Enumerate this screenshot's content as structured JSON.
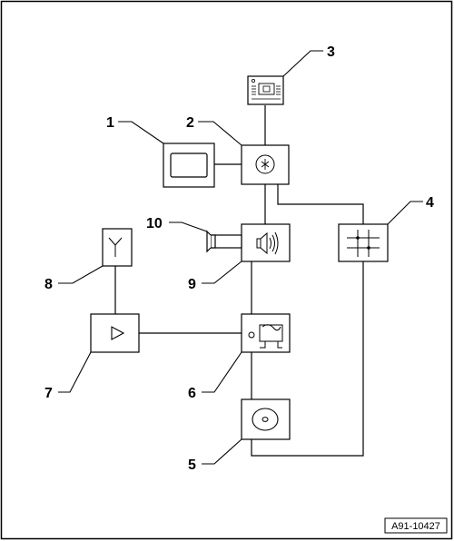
{
  "callouts": {
    "c1": "1",
    "c2": "2",
    "c3": "3",
    "c4": "4",
    "c5": "5",
    "c6": "6",
    "c7": "7",
    "c8": "8",
    "c9": "9",
    "c10": "10"
  },
  "reference_code": "A91-10427",
  "icons": {
    "component_1": "display-screen-icon",
    "component_2": "control-unit-icon",
    "component_3": "operating-panel-icon",
    "component_4": "junction-box-icon",
    "component_5": "cd-drive-icon",
    "component_6": "tv-tuner-icon",
    "component_7": "amplifier-icon",
    "component_8": "antenna-icon",
    "component_9": "loudspeaker-icon",
    "component_10": "horn-speaker-icon"
  }
}
